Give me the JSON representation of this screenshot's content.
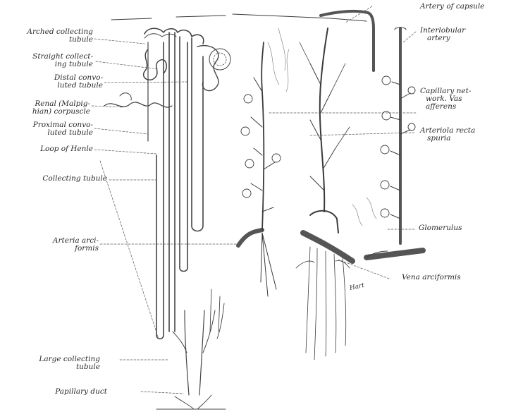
{
  "labels_left": {
    "arched_collecting_tubule": [
      "Arched collecting",
      "tubule"
    ],
    "straight_collecting_tubule": [
      "Straight collect-",
      "ing tubule"
    ],
    "distal_convoluted_tubule": [
      "Distal convo-",
      "luted tubule"
    ],
    "renal_corpuscle": [
      "Renal (Malpig-",
      "hian) corpuscle"
    ],
    "proximal_convoluted_tubule": [
      "Proximal convo-",
      "luted tubule"
    ],
    "loop_of_henle": "Loop of Henle",
    "collecting_tubule": "Collecting tubule",
    "arteria_arciformis": [
      "Arteria arci-",
      "formis"
    ],
    "large_collecting_tubule": [
      "Large collecting",
      "tubule"
    ],
    "papillary_duct": "Papillary duct"
  },
  "labels_right": {
    "artery_of_capsule": "Artery of capsule",
    "interlobular_artery": [
      "Interlobular",
      "artery"
    ],
    "capillary_network": [
      "Capillary net-",
      "work.  Vas",
      "afferens"
    ],
    "arteriola_recta_spuria": [
      "Arteriola recta",
      "spuria"
    ],
    "glomerulus": "Glomerulus",
    "vena_arciformis": "Vena arciformis"
  },
  "signature": "Hart"
}
